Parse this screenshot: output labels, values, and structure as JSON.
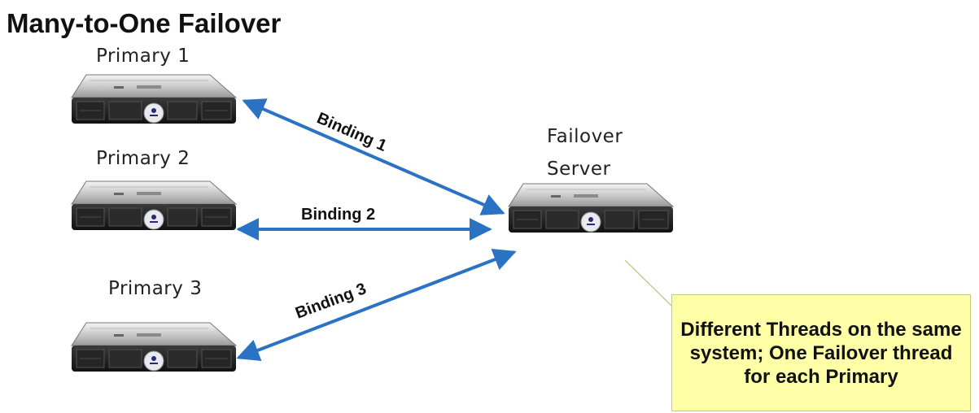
{
  "title": "Many-to-One Failover",
  "servers": {
    "primary_1": "Primary 1",
    "primary_2": "Primary 2",
    "primary_3": "Primary 3",
    "failover_line1": "Failover",
    "failover_line2": "Server"
  },
  "bindings": {
    "binding_1": "Binding 1",
    "binding_2": "Binding 2",
    "binding_3": "Binding 3"
  },
  "note": "Different Threads on the same system; One Failover thread for each Primary",
  "colors": {
    "arrow": "#2a72c4",
    "note_background": "#ffffa8",
    "callout_line": "#c9c98c"
  }
}
